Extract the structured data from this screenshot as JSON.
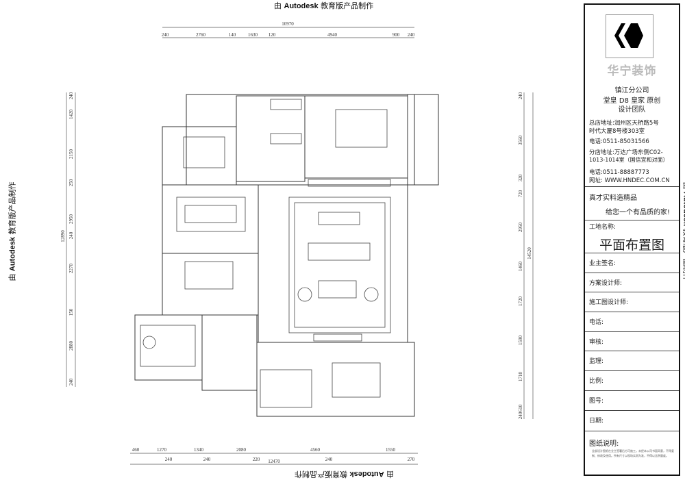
{
  "watermark": {
    "prefix": "由",
    "brand": "Autodesk",
    "suffix": "教育版产品制作"
  },
  "dimensions": {
    "top_total": "10970",
    "top": [
      "240",
      "2760",
      "140",
      "1630",
      "120",
      "4940",
      "900",
      "240"
    ],
    "bottom": [
      "460",
      "1270",
      "1340",
      "2080",
      "4560",
      "1550"
    ],
    "bottom_lower": [
      "240",
      "240",
      "220",
      "240",
      "270"
    ],
    "bottom_total": "12470",
    "left": [
      "240",
      "1420",
      "2150",
      "250",
      "2950",
      "240",
      "2270",
      "150",
      "2880",
      "240"
    ],
    "left_total": "12890",
    "right": [
      "240",
      "3560",
      "320",
      "720",
      "2950",
      "1460",
      "1720",
      "1590",
      "1710",
      "610",
      "240"
    ],
    "right_total": "14520"
  },
  "title_block": {
    "brand": "华宁装饰",
    "branch": "镇江分公司",
    "team_line1": "堂皇 D8 皇家 原创",
    "team_line2": "设计团队",
    "hq_address1": "总店地址:润州区天桥路5号",
    "hq_address2": "时代大厦8号楼303室",
    "hq_phone": "电话:0511-85031566",
    "branch_address1": "分店地址:万达广场东侧C02-",
    "branch_address2": "1013-1014室（国信宜和对面）",
    "branch_phone": "电话:0511-88887773",
    "website": "网址: WWW.HNDEC.COM.CN",
    "slogan1": "真才实料造精品",
    "slogan2": "给您一个有品质的家!",
    "site_name_label": "工地名称:",
    "drawing_title": "平面布置图",
    "fields": [
      "业主签名:",
      "方案设计师:",
      "施工图设计师:",
      "电话:",
      "审核:",
      "监理:",
      "比例:",
      "图号:",
      "日期:"
    ],
    "notes_label": "图纸说明:",
    "notes_text": "全部设计图纸在业主签署后方可施工。未经本公司书面同意，不得复制、修改及使用。所有尺寸以现场实测为准，不得以比例量度。"
  }
}
